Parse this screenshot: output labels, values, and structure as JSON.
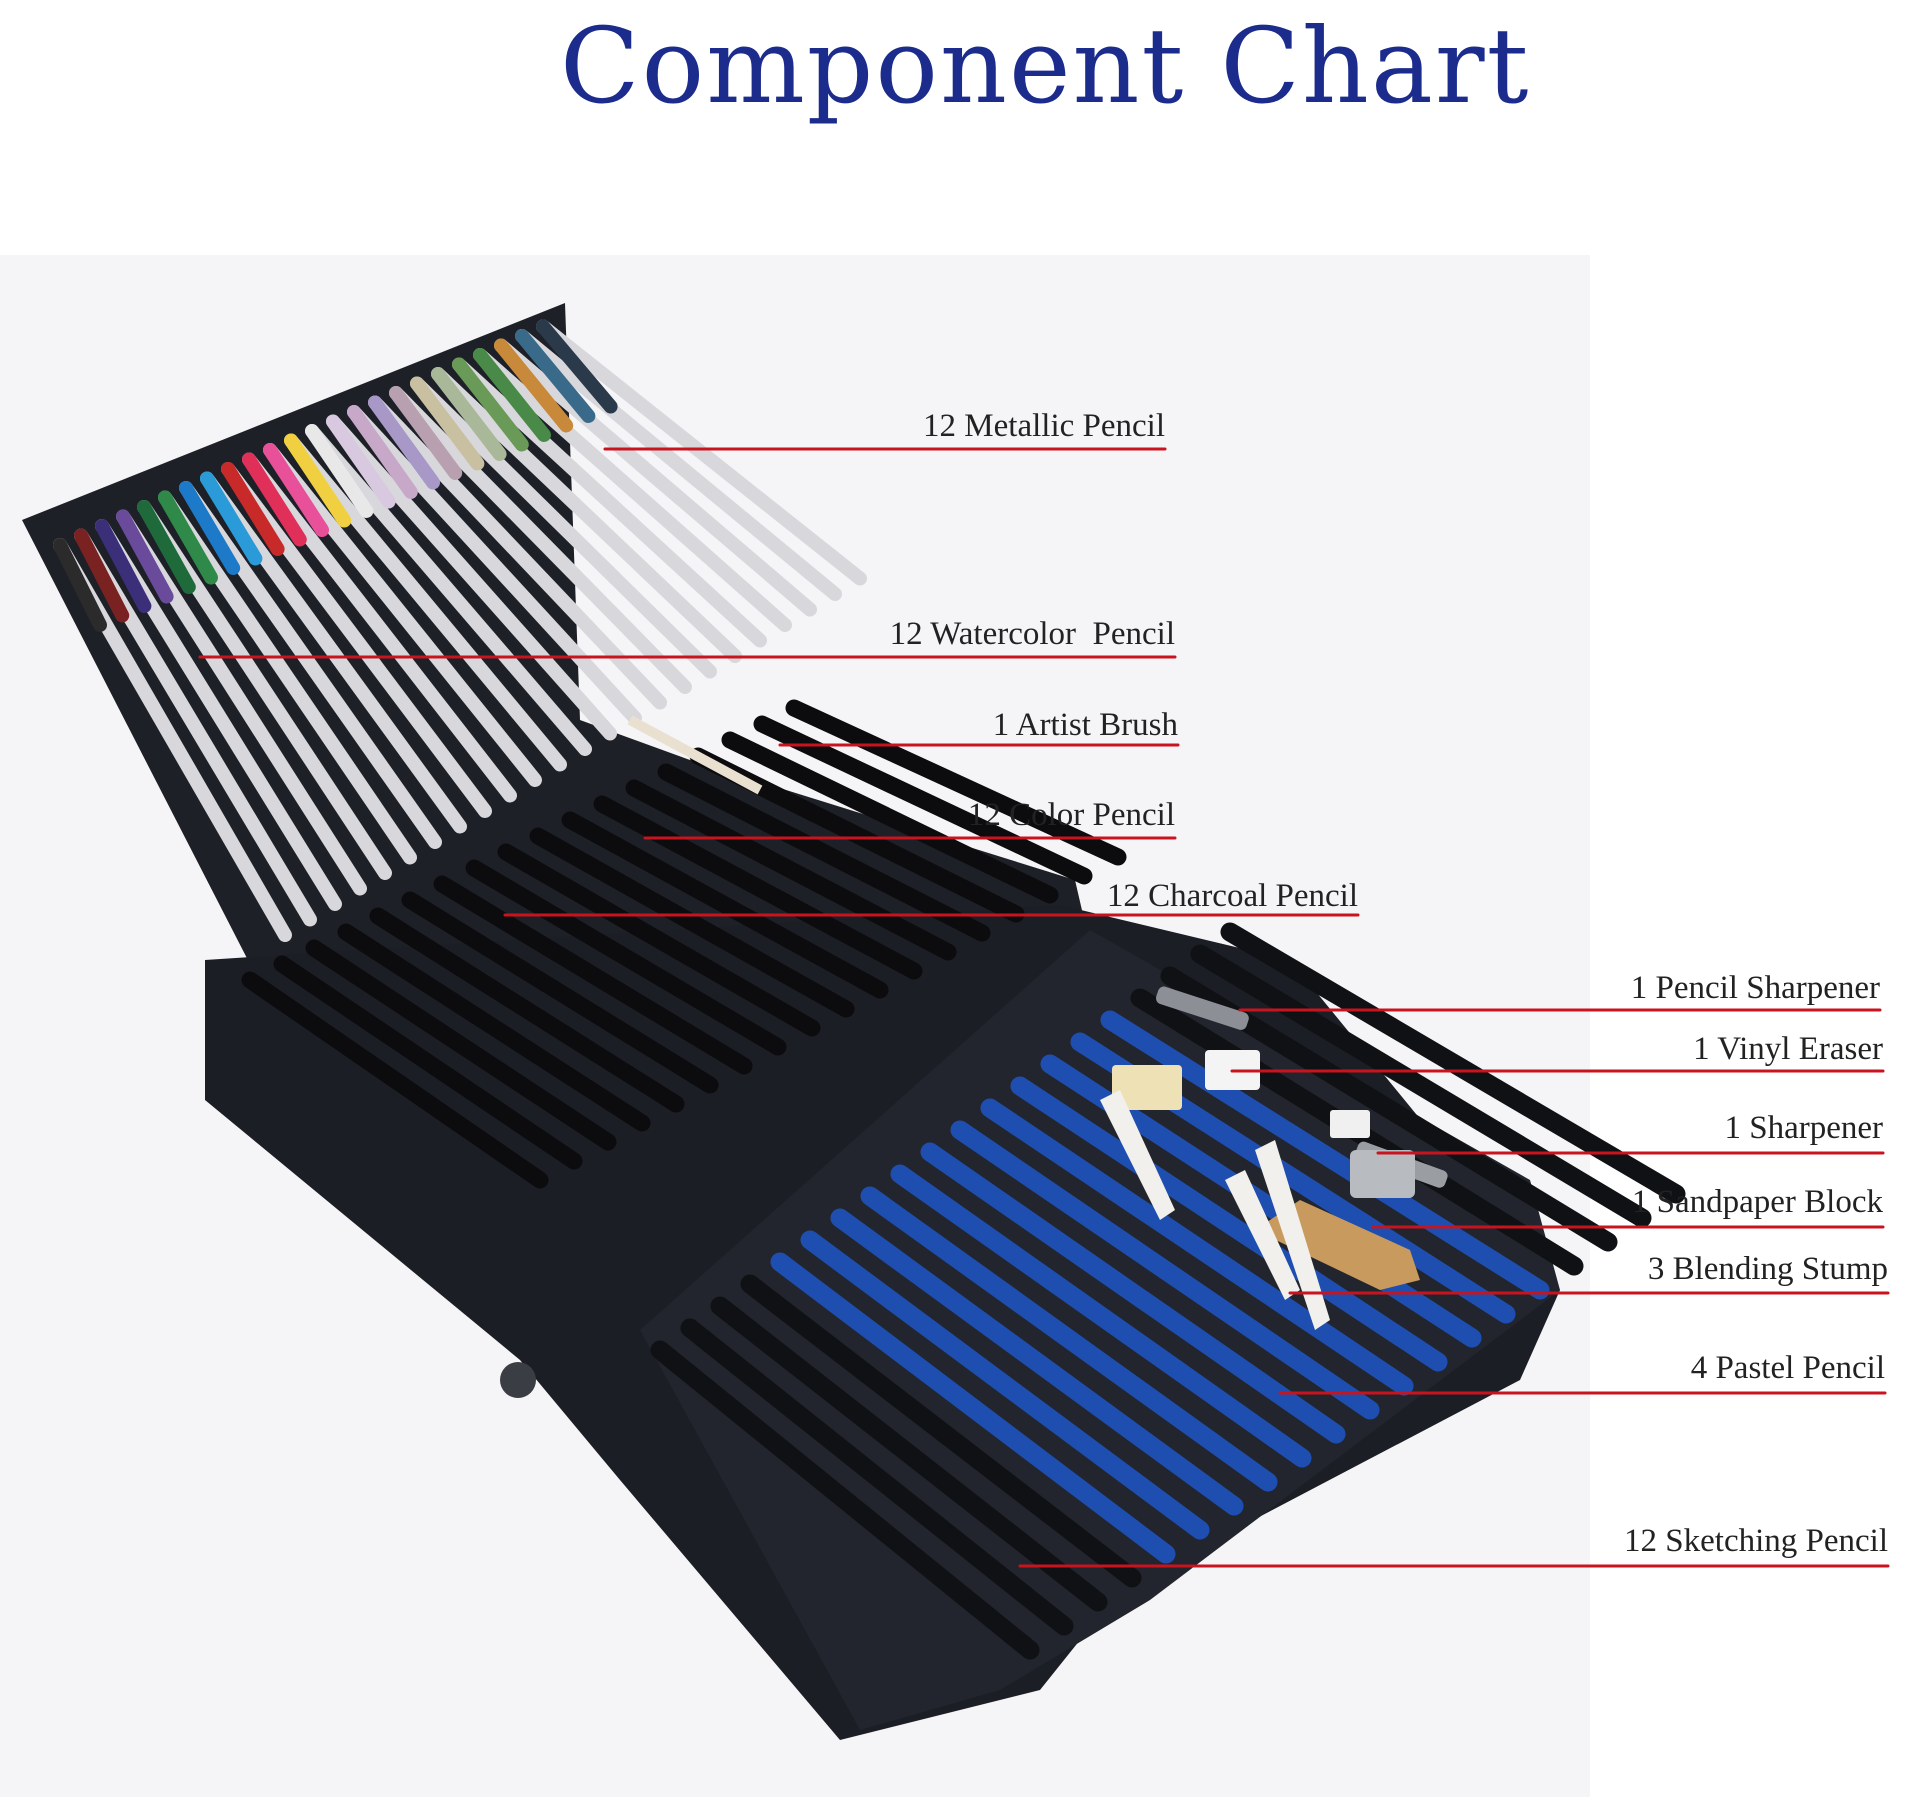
{
  "title": "Component Chart",
  "colors": {
    "title": "#1c2c8c",
    "leader_line": "#c8141e",
    "case": "#1d2027",
    "background_photo": "#f4f4f6"
  },
  "components": [
    {
      "id": "metallic",
      "label": "12 Metallic Pencil"
    },
    {
      "id": "watercolor",
      "label": "12 Watercolor  Pencil"
    },
    {
      "id": "brush",
      "label": "1 Artist Brush"
    },
    {
      "id": "color",
      "label": "12 Color Pencil"
    },
    {
      "id": "charcoal",
      "label": "12 Charcoal Pencil"
    },
    {
      "id": "pencil_sharpener",
      "label": "1 Pencil Sharpener"
    },
    {
      "id": "vinyl_eraser",
      "label": "1 Vinyl Eraser"
    },
    {
      "id": "sharpener",
      "label": "1 Sharpener"
    },
    {
      "id": "sandpaper",
      "label": "1 Sandpaper Block"
    },
    {
      "id": "blending",
      "label": "3 Blending Stump"
    },
    {
      "id": "pastel",
      "label": "4 Pastel Pencil"
    },
    {
      "id": "sketching",
      "label": "12 Sketching Pencil"
    }
  ]
}
